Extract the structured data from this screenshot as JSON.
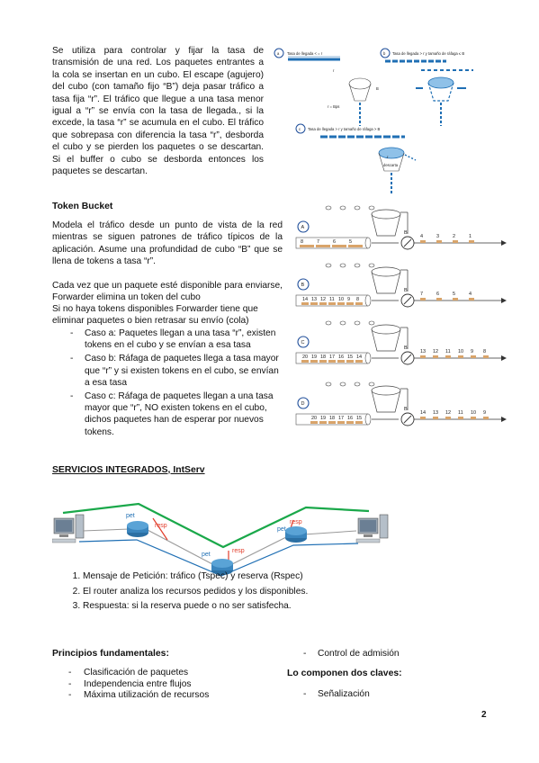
{
  "intro": {
    "paragraph": "Se utiliza para controlar y fijar la tasa de transmisión de una red. Los paquetes entrantes a la cola se insertan en un cubo. El escape (agujero) del cubo (con tamaño fijo “B”) deja pasar tráfico a tasa fija “r”. El tráfico que llegue a una tasa menor igual a “r” se envía con la tasa de llegada., si la excede, la tasa “r” se acumula en el cubo. El tráfico que sobrepasa con diferencia la tasa “r”, desborda el cubo y se pierden los paquetes o se descartan. Si el buffer o cubo se desborda entonces los paquetes se descartan."
  },
  "leaky_figure": {
    "a_letter": "a",
    "a_label": "Tasa de llegada < = r",
    "a_r": "r",
    "a_r_bottom": "r = Bps",
    "a_b": "B",
    "b_letter": "b",
    "b_label": "Tasa de llegada > r  y  tamaño de ráfaga ≤ B",
    "c_letter": "c",
    "c_label": "Tasa de llegada > r  y  tamaño de ráfaga > B",
    "c_r": "r",
    "c_drop": "descarta"
  },
  "token": {
    "title": "Token Bucket",
    "p1": "Modela el tráfico desde un punto de vista de la red mientras se siguen patrones de tráfico típicos de la aplicación. Asume una profundidad de cubo “B” que se llena de tokens a tasa “r”.",
    "p2": "Cada vez que un paquete esté disponible para enviarse, Forwarder elimina un token del cubo",
    "p3": "Si no haya tokens disponibles Forwarder tiene que eliminar paquetes o bien retrasar su envío (cola)",
    "cases": [
      "Caso a: Paquetes llegan a una tasa “r”, existen tokens en el cubo y se envían a esa tasa",
      "Caso b: Ráfaga de paquetes llega a tasa mayor que “r” y si existen tokens en el cubo, se envían a esa tasa",
      "Caso c: Ráfaga de paquetes llegan a una tasa mayor que “r”, NO existen tokens en el cubo, dichos paquetes han de esperar por nuevos tokens."
    ]
  },
  "token_figure": {
    "rows": [
      {
        "letter": "A",
        "queue": [
          "8",
          "7",
          "6",
          "5"
        ],
        "out": [
          "4",
          "3",
          "2",
          "1"
        ]
      },
      {
        "letter": "B",
        "queue": [
          "14",
          "13",
          "12",
          "11",
          "10",
          "9",
          "8"
        ],
        "out": [
          "7",
          "6",
          "5",
          "4"
        ]
      },
      {
        "letter": "C",
        "queue": [
          "20",
          "19",
          "18",
          "17",
          "16",
          "15",
          "14"
        ],
        "out": [
          "13",
          "12",
          "11",
          "10",
          "9",
          "8"
        ]
      },
      {
        "letter": "D",
        "queue": [
          "20",
          "19",
          "18",
          "17",
          "16",
          "15"
        ],
        "out": [
          "14",
          "13",
          "12",
          "11",
          "10",
          "9"
        ]
      }
    ],
    "b_label": "B"
  },
  "intserv": {
    "title": "SERVICIOS INTEGRADOS, IntServ",
    "net_labels": {
      "pet1": "pet",
      "resp1": "resp",
      "pet2": "pet",
      "resp2": "resp",
      "pet3": "pet",
      "resp3": "resp"
    },
    "steps": [
      "Mensaje de Petición: tráfico (Tspec) y reserva (Rspec)",
      "El router analiza los recursos pedidos y los disponibles.",
      "Respuesta: si la reserva puede o no ser satisfecha."
    ],
    "principles_title": "Principios fundamentales:",
    "principles": [
      "Clasificación de paquetes",
      "Independencia entre flujos",
      "Máxima utilización de recursos"
    ],
    "right_item": "Control de admisión",
    "keys_title": "Lo componen dos claves:",
    "keys": [
      "Señalización"
    ]
  },
  "page_number": "2",
  "colors": {
    "green": "#1aa84a",
    "blue": "#1f6fb4",
    "red": "#e23c2a",
    "packet": "#d9a46a"
  }
}
